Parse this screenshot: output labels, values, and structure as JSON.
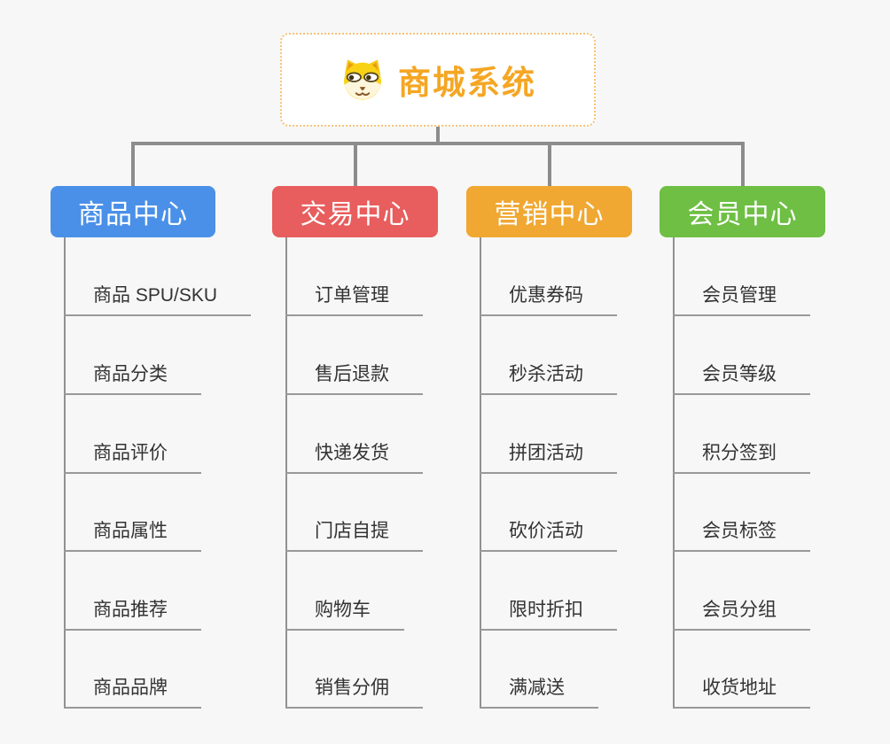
{
  "root": {
    "title": "商城系统",
    "icon": "shiba-dog-icon",
    "title_color": "#F5A623",
    "border_color": "#F6C277"
  },
  "colors": {
    "background": "#F7F7F7",
    "connector": "#8C8C8C",
    "leaf_underline": "#999999",
    "leaf_text": "#333333"
  },
  "branches": [
    {
      "label": "商品中心",
      "color": "#4A90E8",
      "items": [
        "商品 SPU/SKU",
        "商品分类",
        "商品评价",
        "商品属性",
        "商品推荐",
        "商品品牌"
      ]
    },
    {
      "label": "交易中心",
      "color": "#E85D5D",
      "items": [
        "订单管理",
        "售后退款",
        "快递发货",
        "门店自提",
        "购物车",
        "销售分佣"
      ]
    },
    {
      "label": "营销中心",
      "color": "#F0A832",
      "items": [
        "优惠券码",
        "秒杀活动",
        "拼团活动",
        "砍价活动",
        "限时折扣",
        "满减送"
      ]
    },
    {
      "label": "会员中心",
      "color": "#6EBF43",
      "items": [
        "会员管理",
        "会员等级",
        "积分签到",
        "会员标签",
        "会员分组",
        "收货地址"
      ]
    }
  ]
}
